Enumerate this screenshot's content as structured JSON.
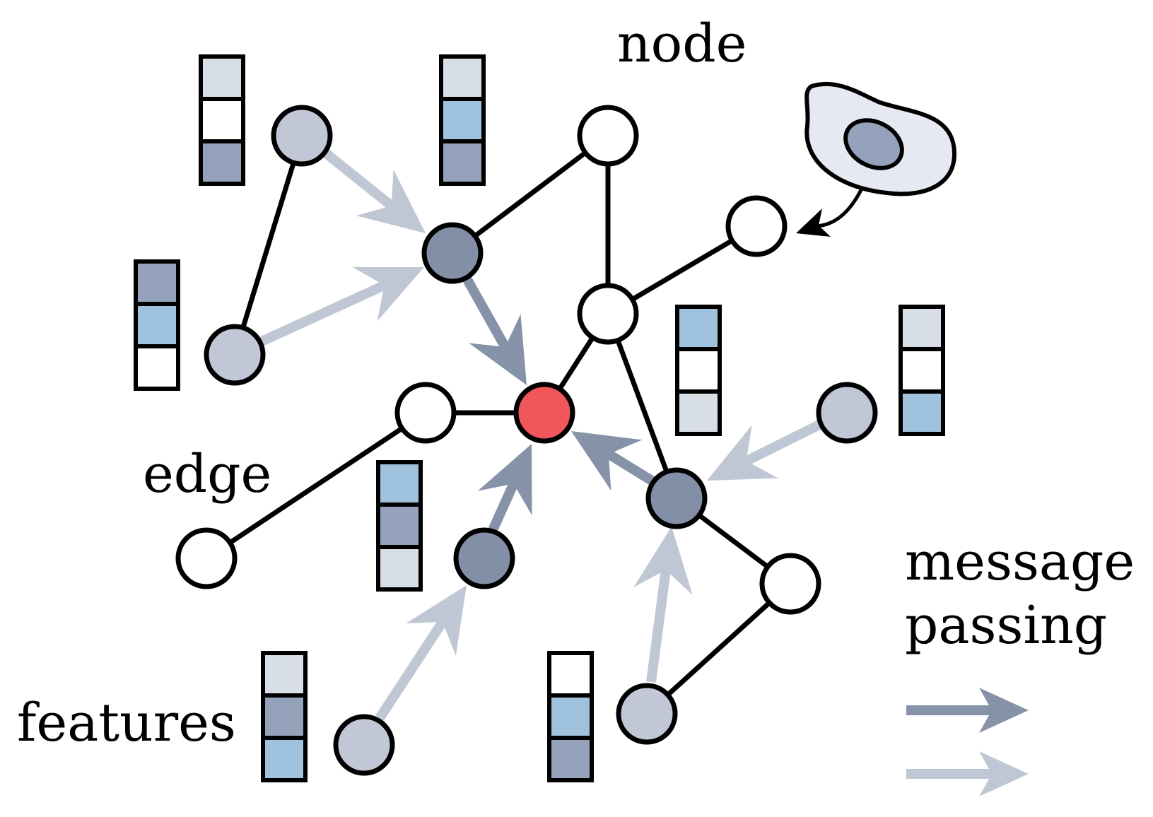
{
  "labels": {
    "node": "node",
    "edge": "edge",
    "features": "features",
    "message_line1": "message",
    "message_line2": "passing"
  },
  "colors": {
    "stroke": "#000000",
    "node_white": "#ffffff",
    "node_light": "#c1c7d6",
    "node_dark": "#828fa7",
    "node_center": "#f0565c",
    "arrow_dark": "#8592a8",
    "arrow_light": "#c0c7d4",
    "feat_light": "#d8dee5",
    "feat_blue": "#9fc2de",
    "feat_slate": "#94a3bb",
    "feat_white": "#ffffff",
    "blob_fill": "#e6e9f2"
  },
  "legend": {
    "arrows": [
      "dark",
      "light"
    ]
  },
  "graph": {
    "nodes": [
      {
        "id": "n-top-left",
        "tone": "light"
      },
      {
        "id": "n-left",
        "tone": "light"
      },
      {
        "id": "n-hub-upper",
        "tone": "dark"
      },
      {
        "id": "n-top",
        "tone": "white"
      },
      {
        "id": "n-right-upper",
        "tone": "white"
      },
      {
        "id": "n-junction",
        "tone": "white"
      },
      {
        "id": "n-center",
        "tone": "center"
      },
      {
        "id": "n-mid-left",
        "tone": "white"
      },
      {
        "id": "n-bottom-left",
        "tone": "white"
      },
      {
        "id": "n-lower-mid",
        "tone": "dark"
      },
      {
        "id": "n-lower-right-hub",
        "tone": "dark"
      },
      {
        "id": "n-far-right",
        "tone": "light"
      },
      {
        "id": "n-right-bottom",
        "tone": "white"
      },
      {
        "id": "n-bottom-right",
        "tone": "light"
      },
      {
        "id": "n-bottom",
        "tone": "light"
      }
    ],
    "feature_vectors": [
      {
        "id": "fv-1",
        "cells": [
          "light",
          "white",
          "slate"
        ]
      },
      {
        "id": "fv-2",
        "cells": [
          "light",
          "blue",
          "slate"
        ]
      },
      {
        "id": "fv-3",
        "cells": [
          "slate",
          "blue",
          "white"
        ]
      },
      {
        "id": "fv-4",
        "cells": [
          "blue",
          "white",
          "light"
        ]
      },
      {
        "id": "fv-5",
        "cells": [
          "light",
          "white",
          "blue"
        ]
      },
      {
        "id": "fv-6",
        "cells": [
          "blue",
          "slate",
          "light"
        ]
      },
      {
        "id": "fv-7",
        "cells": [
          "light",
          "slate",
          "blue"
        ]
      },
      {
        "id": "fv-8",
        "cells": [
          "white",
          "blue",
          "slate"
        ]
      }
    ]
  }
}
